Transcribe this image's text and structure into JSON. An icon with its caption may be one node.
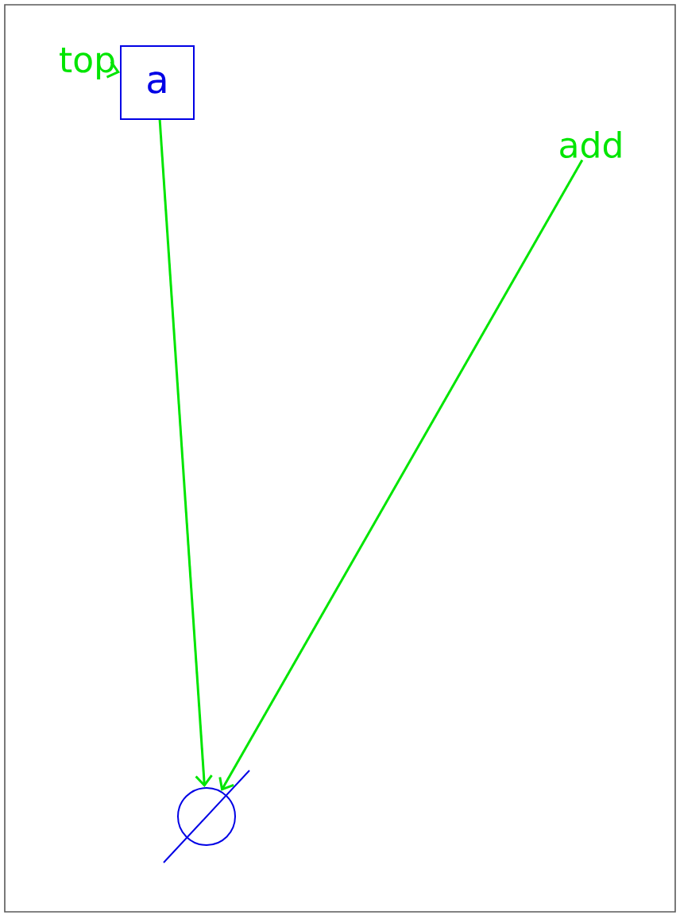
{
  "diagram": {
    "nodes": [
      {
        "text": [
          "top"
        ]
      },
      {
        "text": [
          "a"
        ]
      },
      {
        "text": [
          "add"
        ]
      },
      {
        "text": [],
        "shape": "circle"
      }
    ],
    "edges": [
      {
        "from": 0,
        "to": 1,
        "arrow": "to"
      },
      {
        "from": 1,
        "to": 3,
        "arrow": "to"
      },
      {
        "from": 2,
        "to": 3,
        "arrow": "to"
      }
    ]
  }
}
